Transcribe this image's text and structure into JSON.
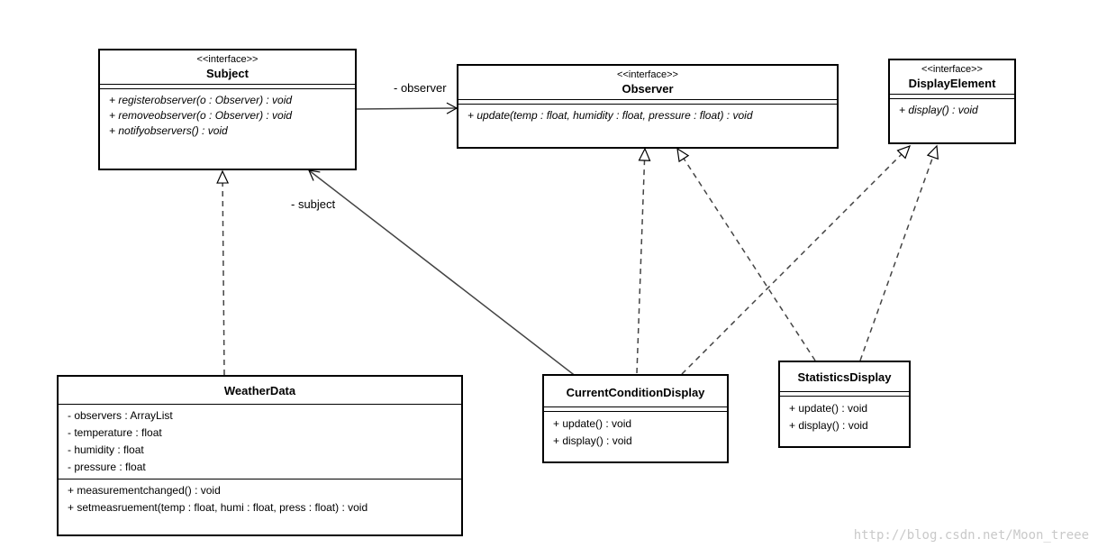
{
  "subject": {
    "stereotype": "<<interface>>",
    "name": "Subject",
    "operations": [
      "+ registerobserver(o : Observer) : void",
      "+ removeobserver(o : Observer) : void",
      "+ notifyobservers() : void"
    ]
  },
  "observer": {
    "stereotype": "<<interface>>",
    "name": "Observer",
    "operations": [
      "+ update(temp : float, humidity : float, pressure : float) : void"
    ]
  },
  "display_element": {
    "stereotype": "<<interface>>",
    "name": "DisplayElement",
    "operations": [
      "+ display() : void"
    ]
  },
  "weather_data": {
    "name": "WeatherData",
    "attributes": [
      "- observers : ArrayList",
      "- temperature : float",
      "- humidity : float",
      "- pressure : float"
    ],
    "operations": [
      "+ measurementchanged() : void",
      "+ setmeasruement(temp : float, humi : float, press : float) : void"
    ]
  },
  "current_condition_display": {
    "name": "CurrentConditionDisplay",
    "operations": [
      "+ update() : void",
      "+ display() : void"
    ]
  },
  "statistics_display": {
    "name": "StatisticsDisplay",
    "operations": [
      "+ update() : void",
      "+ display() : void"
    ]
  },
  "roles": {
    "observer": "- observer",
    "subject": "- subject"
  },
  "watermark": "http://blog.csdn.net/Moon_treee"
}
